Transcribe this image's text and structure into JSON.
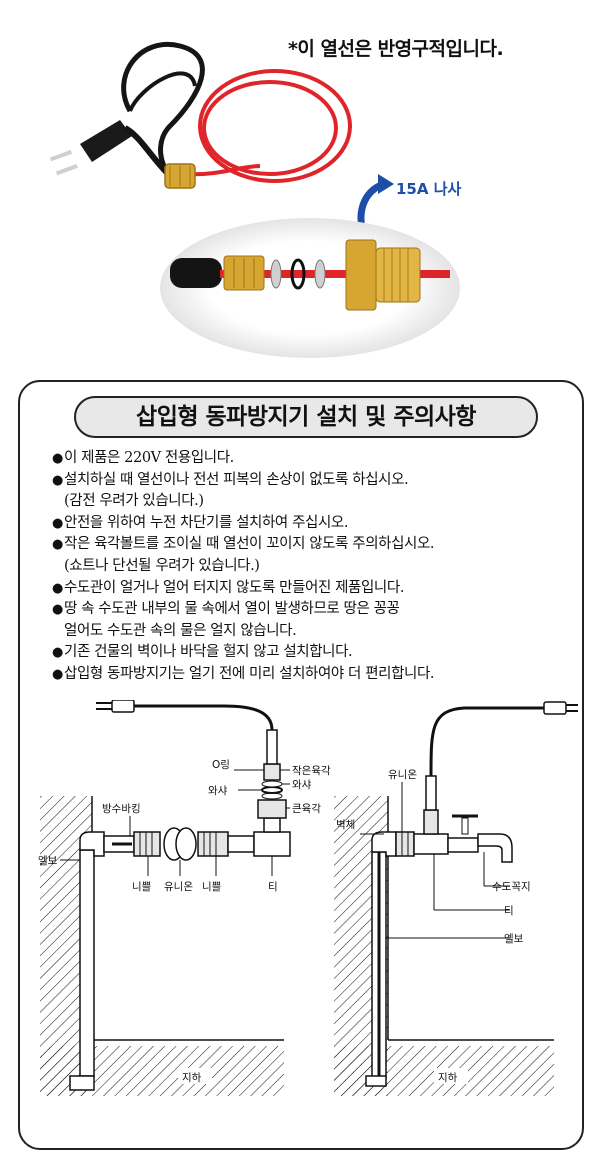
{
  "header": {
    "note": "*이 열선은 반영구적입니다.",
    "thread_label": "15A 나사"
  },
  "manual": {
    "title": "삽입형 동파방지기 설치 및 주의사항",
    "notes": [
      {
        "line": "이 제품은 220V 전용입니다.",
        "sub": ""
      },
      {
        "line": "설치하실 때 열선이나 전선 피복의 손상이 없도록 하십시오.",
        "sub": "(감전 우려가 있습니다.)"
      },
      {
        "line": "안전을 위하여 누전 차단기를 설치하여 주십시오.",
        "sub": ""
      },
      {
        "line": "작은 육각볼트를 조이실 때 열선이 꼬이지 않도록 주의하십시오.",
        "sub": "(쇼트나 단선될 우려가 있습니다.)"
      },
      {
        "line": "수도관이 얼거나 얼어 터지지 않도록 만들어진 제품입니다.",
        "sub": ""
      },
      {
        "line": "땅 속 수도관 내부의 물 속에서 열이 발생하므로 땅은 꽁꽁",
        "sub": "얼어도 수도관 속의 물은 얼지 않습니다."
      },
      {
        "line": "기존 건물의 벽이나 바닥을 헐지 않고 설치합니다.",
        "sub": ""
      },
      {
        "line": "삽입형 동파방지기는 얼기 전에 미리 설치하여야 더 편리합니다.",
        "sub": ""
      }
    ]
  },
  "diagram_left": {
    "o_ring": "O링",
    "small_hex": "작은육각",
    "washer_left": "와샤",
    "washer_right": "와샤",
    "big_hex": "큰육각",
    "waterproof_packing": "방수바킹",
    "elbow": "엘보",
    "nipple_1": "니쁠",
    "union": "유니온",
    "nipple_2": "니쁠",
    "tee": "티",
    "underground": "지하"
  },
  "diagram_right": {
    "union": "유니온",
    "wall": "벽체",
    "faucet": "수도꼭지",
    "tee": "티",
    "elbow": "엘보",
    "underground": "지하"
  },
  "colors": {
    "cable_red": "#e0252a",
    "cable_black": "#151515",
    "brass": "#d7a531",
    "arrow_blue": "#1e4fa8"
  }
}
